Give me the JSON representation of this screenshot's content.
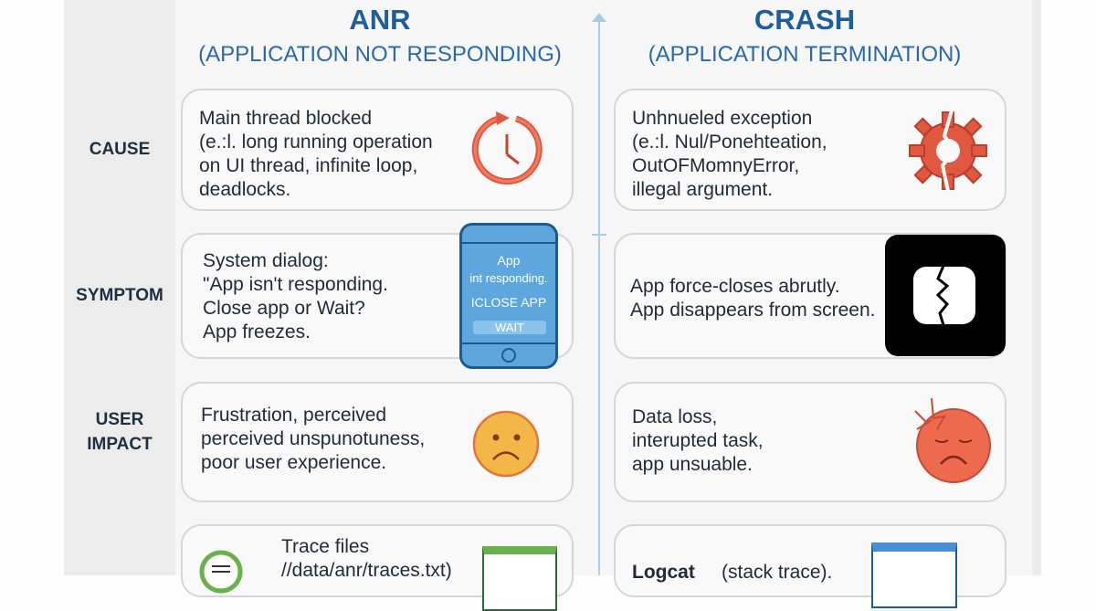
{
  "columns": {
    "anr": {
      "title": "ANR",
      "subtitle": "(APPLICATION NOT RESPONDING)"
    },
    "crash": {
      "title": "CRASH",
      "subtitle": "(APPLICATION TERMINATION)"
    }
  },
  "rows": [
    {
      "label": "CAUSE",
      "anr": "Main thread blocked\n(e.:l. long running operation\non UI thread, infinite loop,\n           deadlocks.",
      "crash": "Unhnueled exception\n(e.:l. Nul/Ponehteation,\nOutOFMomnyError,\nillegal argument."
    },
    {
      "label": "SYMPTOM",
      "anr": "System dialog:\n\"App isn't responding.\nClose app or Wait?\nApp freezes.",
      "crash": "App force-closes abrutly.\nApp disappears from screen."
    },
    {
      "label_line1": "USER",
      "label_line2": "IMPACT",
      "anr": "Frustration, perceived\nperceived unspunotuness,\npoor user experience.",
      "crash": "Data loss,\ninterupted task,\napp unsuable."
    },
    {
      "anr_title": "Trace files",
      "anr_path": "//data/anr/traces.txt)",
      "crash_title": "Logcat",
      "crash_detail": "(stack trace)."
    }
  ],
  "phone_dialog": {
    "line1": "App",
    "line2": "int responding.",
    "close": "ICLOSE APP",
    "wait": "WAIT"
  },
  "icons": {
    "anr_cause": "clock-refresh-icon",
    "crash_cause": "broken-gear-icon",
    "anr_symptom": "phone-dialog-icon",
    "crash_symptom": "broken-app-icon",
    "anr_impact": "sad-face-icon",
    "crash_impact": "cracked-angry-face-icon",
    "anr_debug": "trace-file-icon",
    "crash_debug": "logcat-window-icon"
  },
  "colors": {
    "accent": "#1f5e9c",
    "danger": "#e2573f",
    "warning": "#f2b84b",
    "success": "#6ab04c"
  }
}
